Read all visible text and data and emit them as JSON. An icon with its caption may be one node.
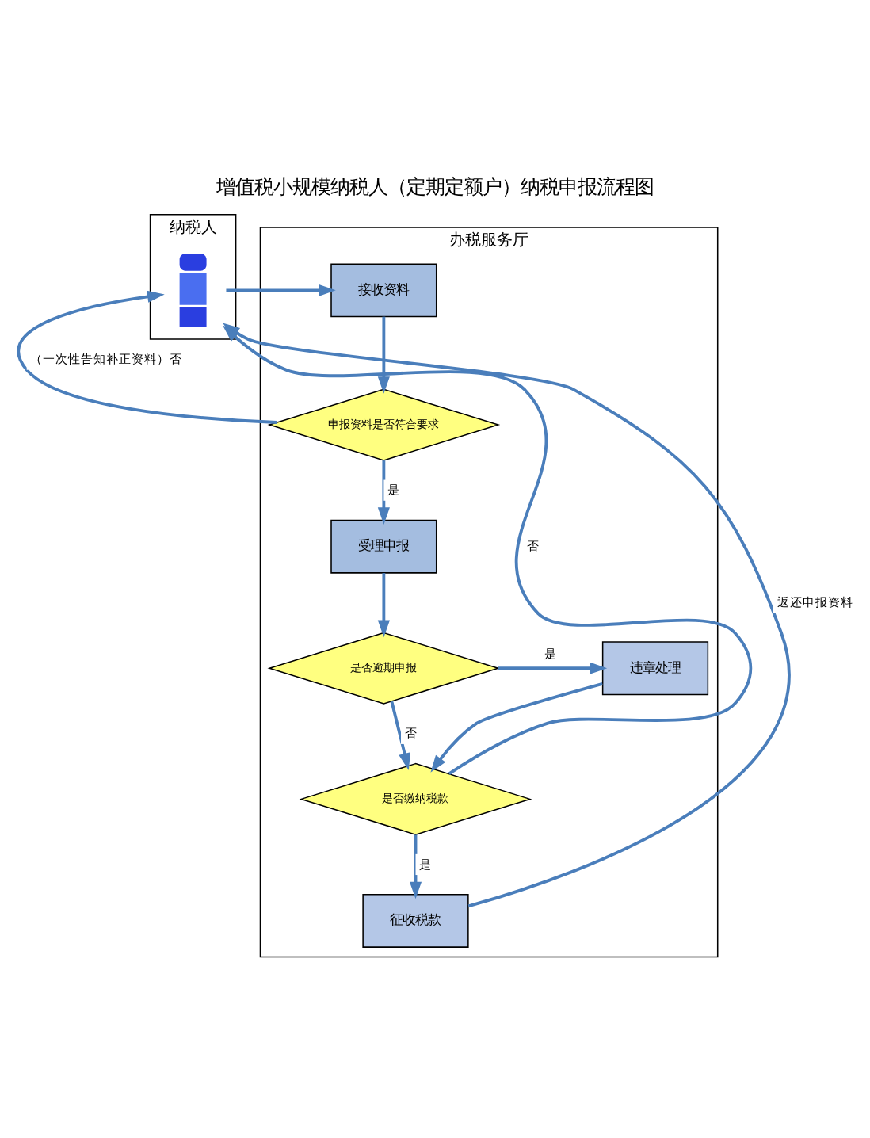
{
  "diagram": {
    "title": "增值税小规模纳税人（定期定额户）纳税申报流程图",
    "nodes": [
      {
        "text": [
          "纳税人"
        ]
      },
      {
        "text": [
          "办税服务厅"
        ]
      },
      {
        "text": [],
        "shape": "person",
        "in": 0
      },
      {
        "text": [
          "接收资料"
        ],
        "in": 1
      },
      {
        "text": [
          "申报资料是否符合要求"
        ],
        "in": 1
      },
      {
        "text": [
          "受理申报"
        ],
        "in": 1
      },
      {
        "text": [
          "是否逾期申报"
        ],
        "in": 1
      },
      {
        "text": [
          "违章处理"
        ],
        "in": 1
      },
      {
        "text": [
          "是否缴纳税款"
        ],
        "in": 1
      },
      {
        "text": [
          "征收税款"
        ],
        "in": 1
      }
    ],
    "edges": [
      {
        "from": 2,
        "to": 3,
        "arrow": "to"
      },
      {
        "from": 3,
        "to": 4,
        "arrow": "to"
      },
      {
        "from": 4,
        "to": 2,
        "arrow": "to",
        "label": "（一次性告知补正资料）否"
      },
      {
        "from": 4,
        "to": 5,
        "arrow": "to",
        "label": "是"
      },
      {
        "from": 5,
        "to": 6,
        "arrow": "to"
      },
      {
        "from": 6,
        "to": 7,
        "arrow": "to",
        "label": "是"
      },
      {
        "from": 6,
        "to": 8,
        "arrow": "to",
        "label": "否"
      },
      {
        "from": 7,
        "to": 8,
        "arrow": "to"
      },
      {
        "from": 8,
        "to": 2,
        "arrow": "to",
        "label": "否"
      },
      {
        "from": 8,
        "to": 9,
        "arrow": "to",
        "label": "是"
      },
      {
        "from": 9,
        "to": 2,
        "arrow": "to",
        "label": "返还申报资料"
      }
    ]
  }
}
